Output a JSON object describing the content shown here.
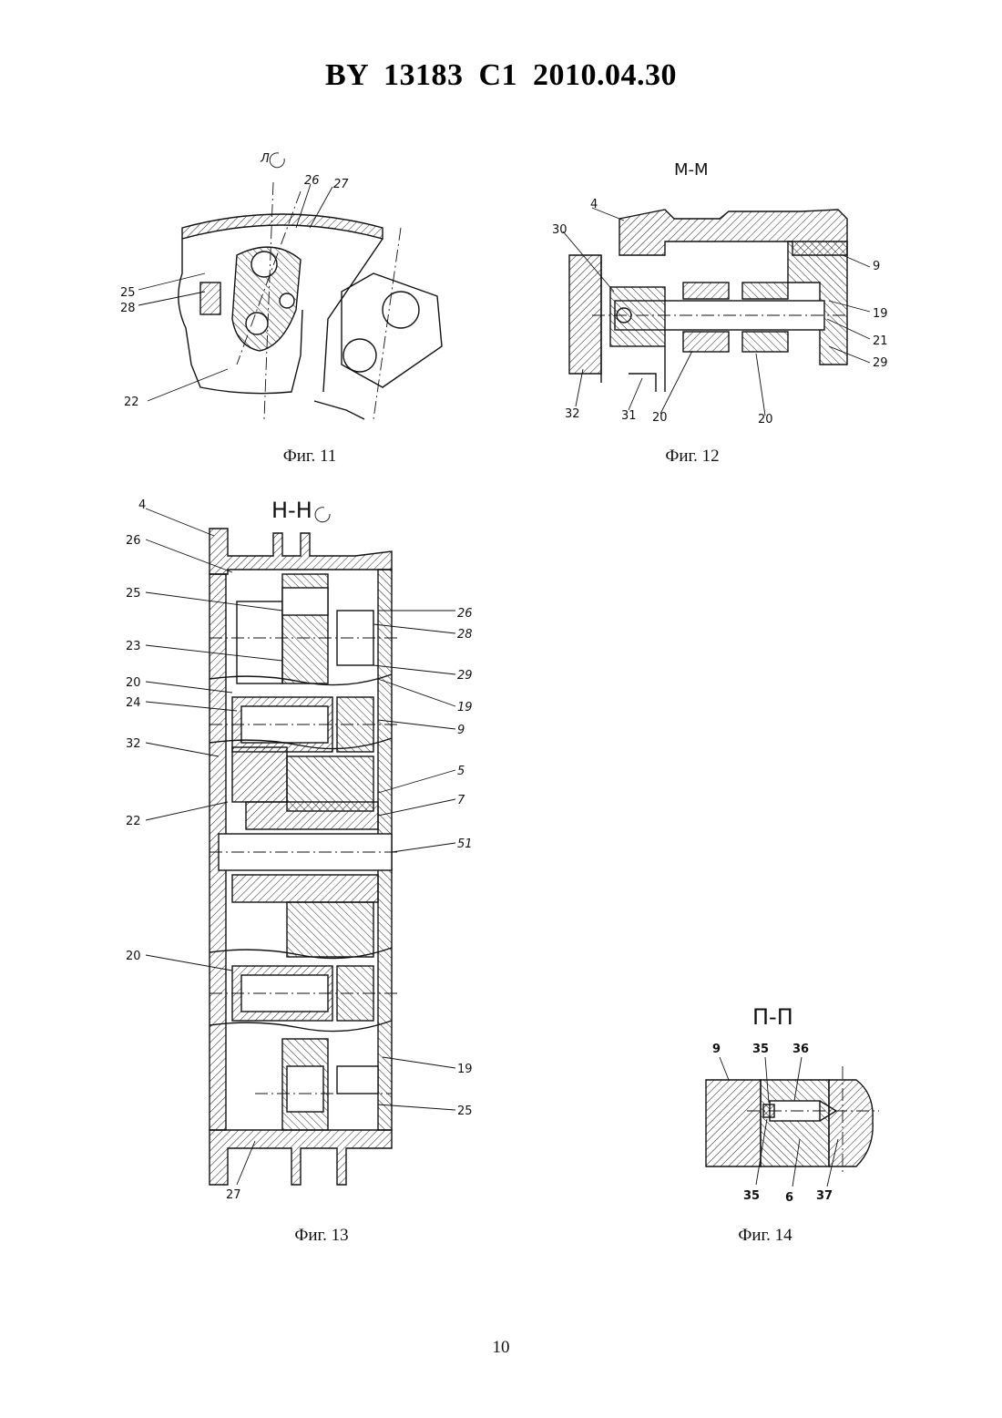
{
  "header": {
    "title": "BY  13183  C1  2010.04.30"
  },
  "figures": [
    {
      "caption": "Фиг. 11",
      "section_label": "Л",
      "labels": [
        "26",
        "27",
        "25",
        "28",
        "22"
      ]
    },
    {
      "caption": "Фиг. 12",
      "section_label": "М-М",
      "labels": [
        "4",
        "30",
        "9",
        "19",
        "21",
        "29",
        "32",
        "31",
        "20",
        "20"
      ]
    },
    {
      "caption": "Фиг. 13",
      "section_label": "Н-Н",
      "labels_left": [
        "4",
        "26",
        "25",
        "23",
        "20",
        "24",
        "32",
        "22",
        "20"
      ],
      "labels_right": [
        "26",
        "28",
        "29",
        "19",
        "9",
        "5",
        "7",
        "51",
        "19",
        "25"
      ],
      "labels_bottom": [
        "27"
      ]
    },
    {
      "caption": "Фиг. 14",
      "section_label": "П-П",
      "labels_top": [
        "9",
        "35",
        "36"
      ],
      "labels_bottom": [
        "35",
        "6",
        "37"
      ]
    }
  ],
  "page_number": "10"
}
